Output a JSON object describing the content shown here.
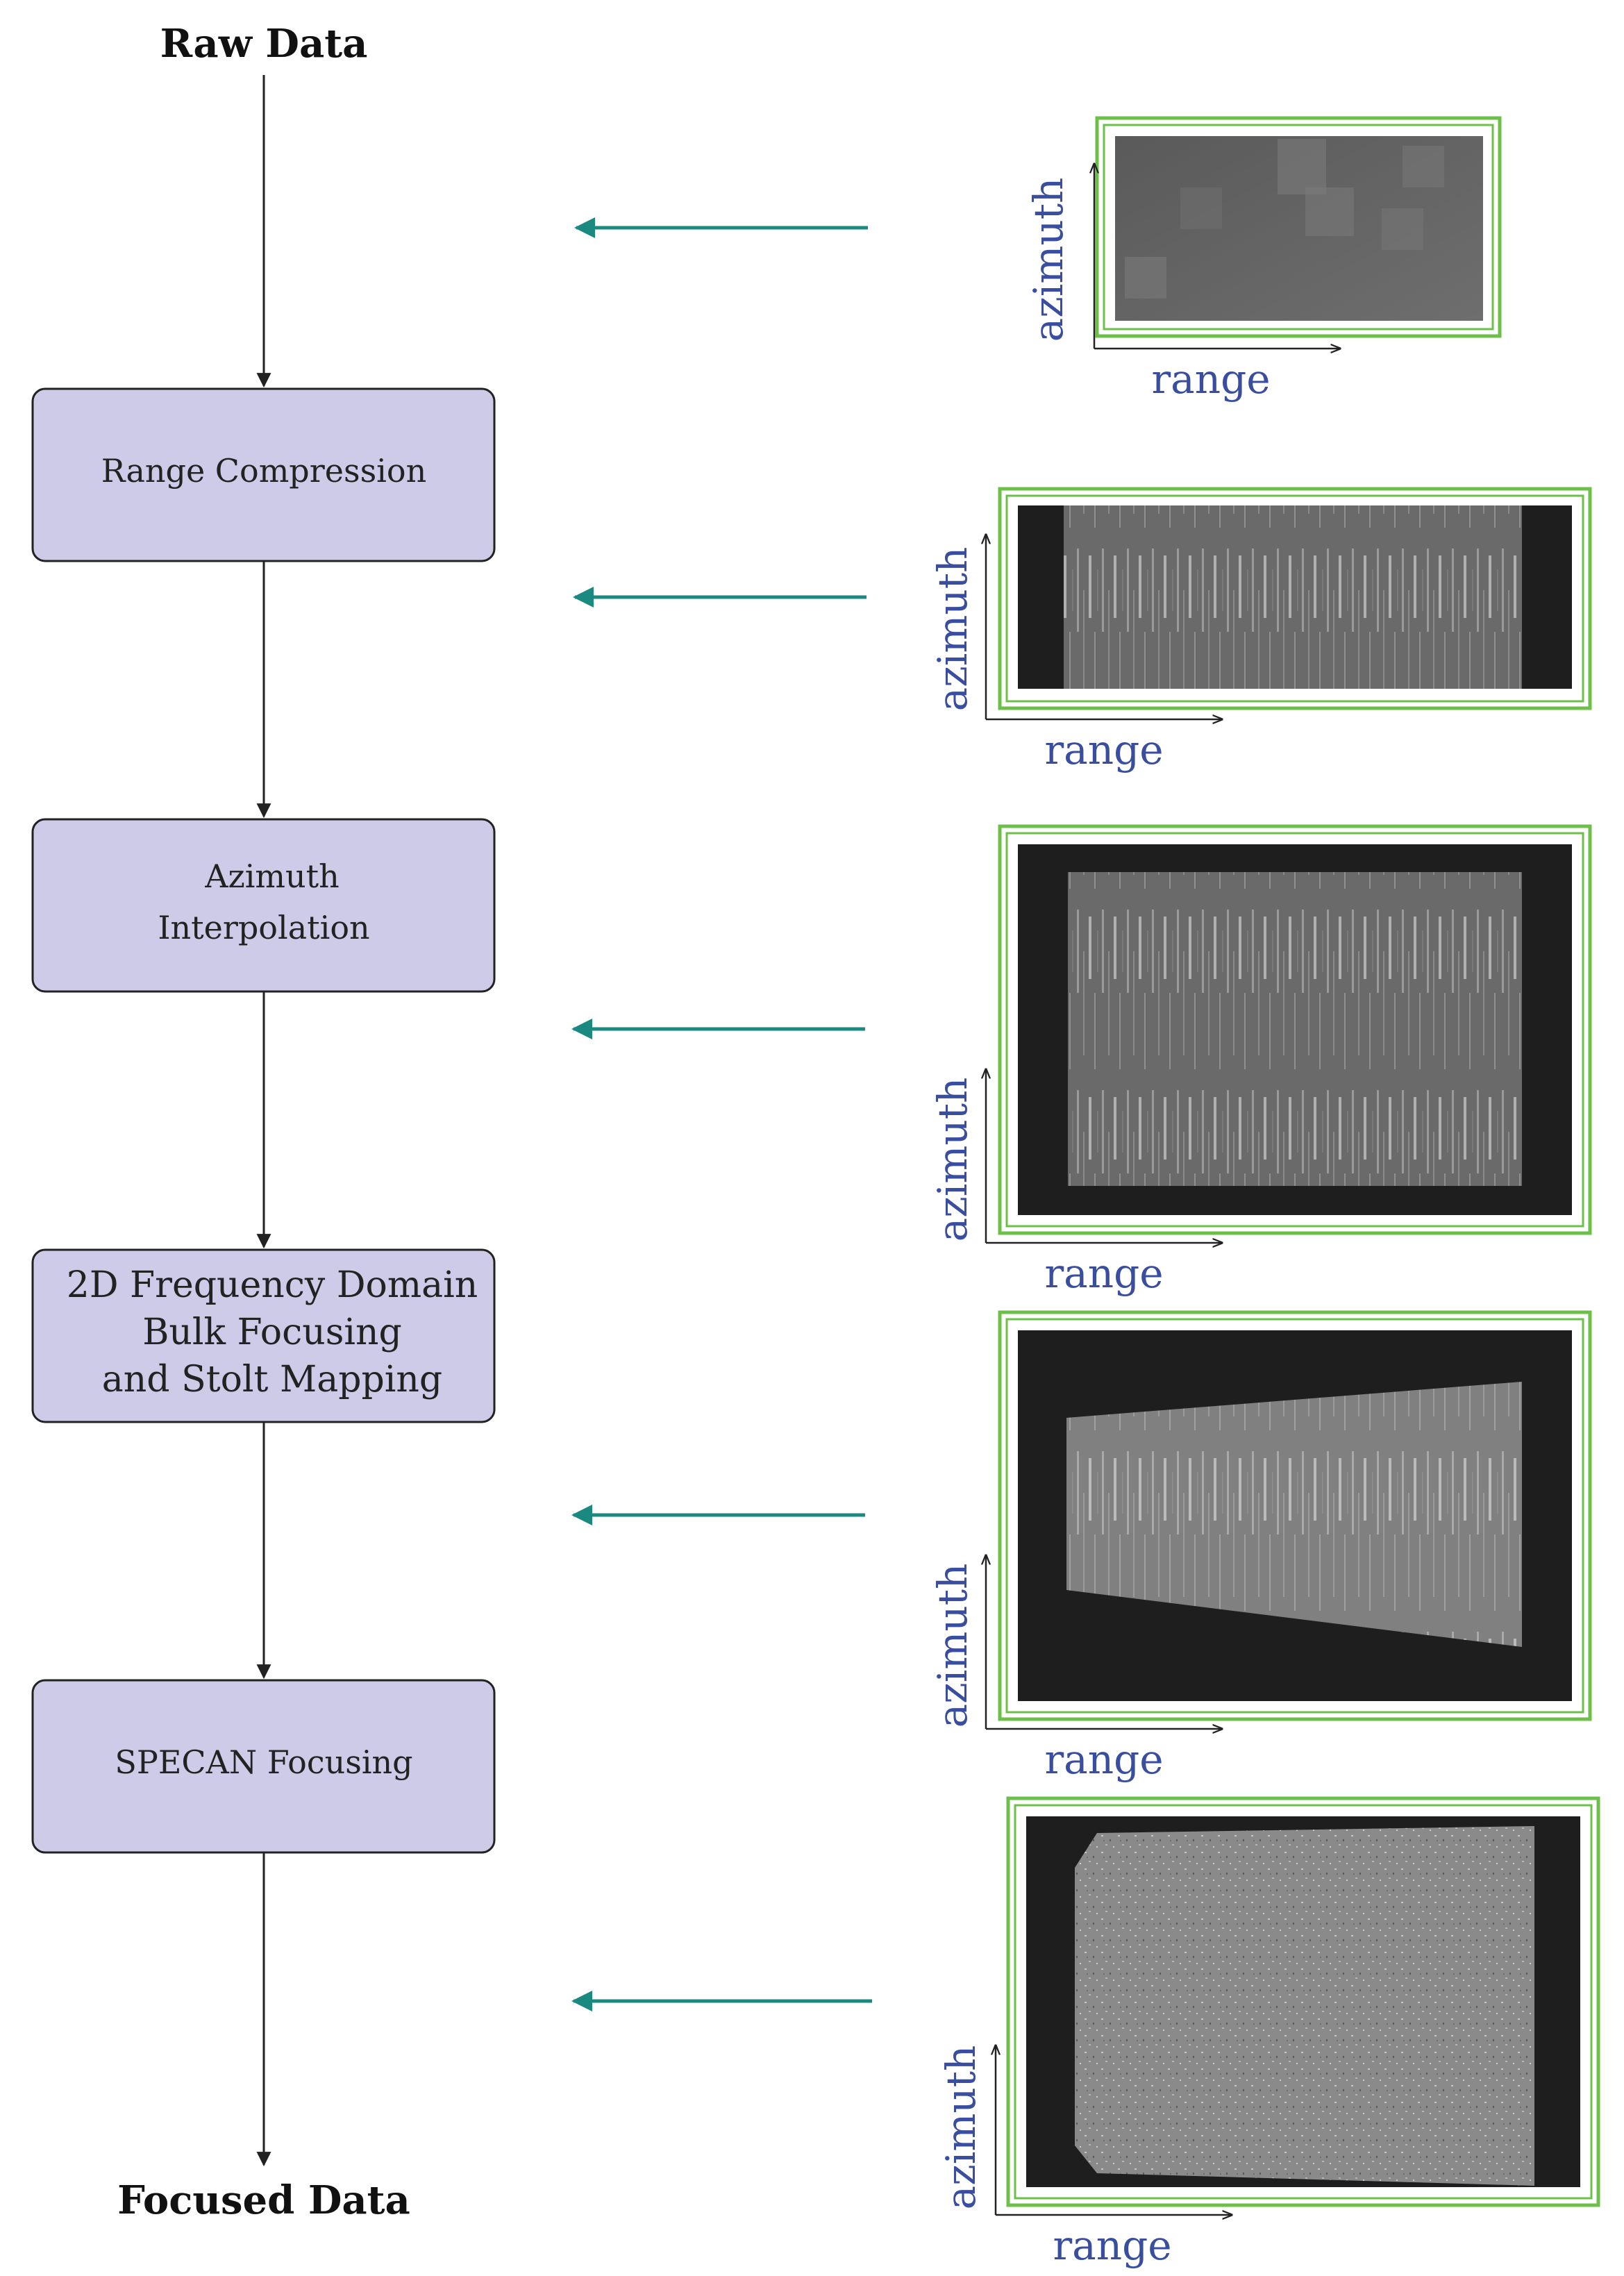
{
  "flow": {
    "start_label": "Raw Data",
    "end_label": "Focused Data",
    "steps": [
      {
        "lines": [
          "Range Compression"
        ]
      },
      {
        "lines": [
          "Azimuth",
          "Interpolation"
        ]
      },
      {
        "lines": [
          "2D Frequency Domain",
          "Bulk Focusing",
          "and Stolt Mapping"
        ]
      },
      {
        "lines": [
          "SPECAN Focusing"
        ]
      }
    ]
  },
  "panels": [
    {
      "axis_x_label": "range",
      "axis_y_label": "azimuth",
      "image": "raw-data-image"
    },
    {
      "axis_x_label": "range",
      "axis_y_label": "azimuth",
      "image": "range-compressed-image"
    },
    {
      "axis_x_label": "range",
      "axis_y_label": "azimuth",
      "image": "azimuth-interpolated-image"
    },
    {
      "axis_x_label": "range",
      "axis_y_label": "azimuth",
      "image": "stolt-mapped-image"
    },
    {
      "axis_x_label": "range",
      "axis_y_label": "azimuth",
      "image": "focused-image"
    }
  ],
  "colors": {
    "box_fill": "#cdcbe8",
    "box_stroke": "#222222",
    "panel_frame": "#6cc04a",
    "arrow_teal": "#1a8a80",
    "axis_label": "#3a4ea0",
    "flow_line": "#222222"
  }
}
